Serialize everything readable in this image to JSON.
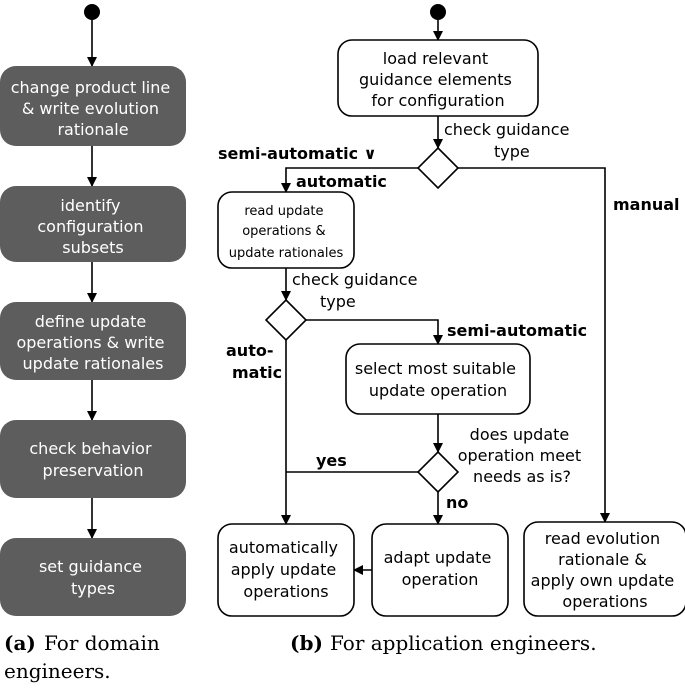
{
  "domain_lanes": {
    "steps": [
      {
        "lines": [
          "change product line",
          "& write evolution",
          "rationale"
        ]
      },
      {
        "lines": [
          "identify",
          "configuration",
          "subsets"
        ]
      },
      {
        "lines": [
          "define update",
          "operations & write",
          "update rationales"
        ]
      },
      {
        "lines": [
          "check behavior",
          "preservation"
        ]
      },
      {
        "lines": [
          "set guidance",
          "types"
        ]
      }
    ]
  },
  "application_flow": {
    "load": {
      "lines": [
        "load relevant",
        "guidance elements",
        "for configuration"
      ]
    },
    "check1": {
      "lines": [
        "check guidance",
        "type"
      ]
    },
    "semi_or_auto": {
      "lines": [
        "semi-automatic ∨",
        "automatic"
      ]
    },
    "manual": "manual",
    "read_update": {
      "lines": [
        "read update",
        "operations &",
        "update rationales"
      ]
    },
    "check2": {
      "lines": [
        "check guidance",
        "type"
      ]
    },
    "auto_label": {
      "lines": [
        "auto-",
        "matic"
      ]
    },
    "semi_label": "semi-automatic",
    "select": {
      "lines": [
        "select most suitable",
        "update operation"
      ]
    },
    "question": {
      "lines": [
        "does update",
        "operation meet",
        "needs as is?"
      ]
    },
    "yes": "yes",
    "no": "no",
    "auto_apply": {
      "lines": [
        "automatically",
        "apply update",
        "operations"
      ]
    },
    "adapt": {
      "lines": [
        "adapt update",
        "operation"
      ]
    },
    "read_evolution": {
      "lines": [
        "read evolution",
        "rationale &",
        "apply own update",
        "operations"
      ]
    }
  },
  "captions": {
    "a": {
      "tag": "(a)",
      "lines": [
        "For  domain",
        "engineers."
      ]
    },
    "b": {
      "tag": "(b)",
      "text": "For application engineers."
    }
  },
  "colors": {
    "domain_box_fill": "#5d5d5d",
    "domain_box_text": "#ffffff",
    "line": "#000000"
  }
}
